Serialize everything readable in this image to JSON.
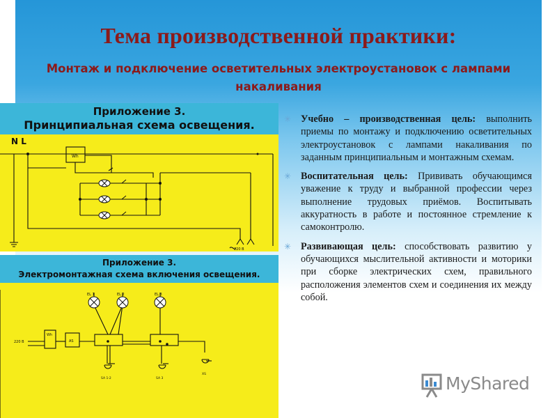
{
  "slide": {
    "title": "Тема производственной практики:",
    "subtitle": "Монтаж и подключение осветительных электроустановок с лампами накаливания"
  },
  "figure_top": {
    "header_line1": "Приложение 3.",
    "header_line2": "Принципиальная схема освещения.",
    "labels": {
      "nl": "N L",
      "meter": "Wh",
      "supply": "220 В"
    }
  },
  "figure_bottom": {
    "header_line1": "Приложение 3.",
    "header_line2": "Электромонтажная схема включения освещения.",
    "labels": {
      "el1": "EL 1",
      "el2": "EL 2",
      "el3": "EL 3",
      "wh": "Wh",
      "as": "AS",
      "supply": "220 В",
      "sa12": "SA 1-2",
      "sa3": "SA 3",
      "xs": "XS"
    }
  },
  "goals": [
    {
      "label": "Учебно – производственная цель:",
      "text": "выполнить приемы по монтажу и подключению осветительных электроустановок с лампами накаливания по заданным принципиальным и монтажным схемам."
    },
    {
      "label": "Воспитательная цель:",
      "text": "Прививать обучающимся уважение к труду и выбранной профессии через выполнение трудовых приёмов. Воспитывать аккуратность в работе и постоянное стремление к самоконтролю."
    },
    {
      "label": "Развивающая цель:",
      "text": "способствовать развитию у обучающихся мыслительной активности и моторики при сборке электрических схем, правильного расположения элементов схем и соединения их между собой."
    }
  ],
  "watermark": {
    "text": "MyShared"
  },
  "colors": {
    "title": "#8b1a1a",
    "panel": "#f6ec1a",
    "header": "#3cb6d9",
    "background": "#2596d8"
  }
}
